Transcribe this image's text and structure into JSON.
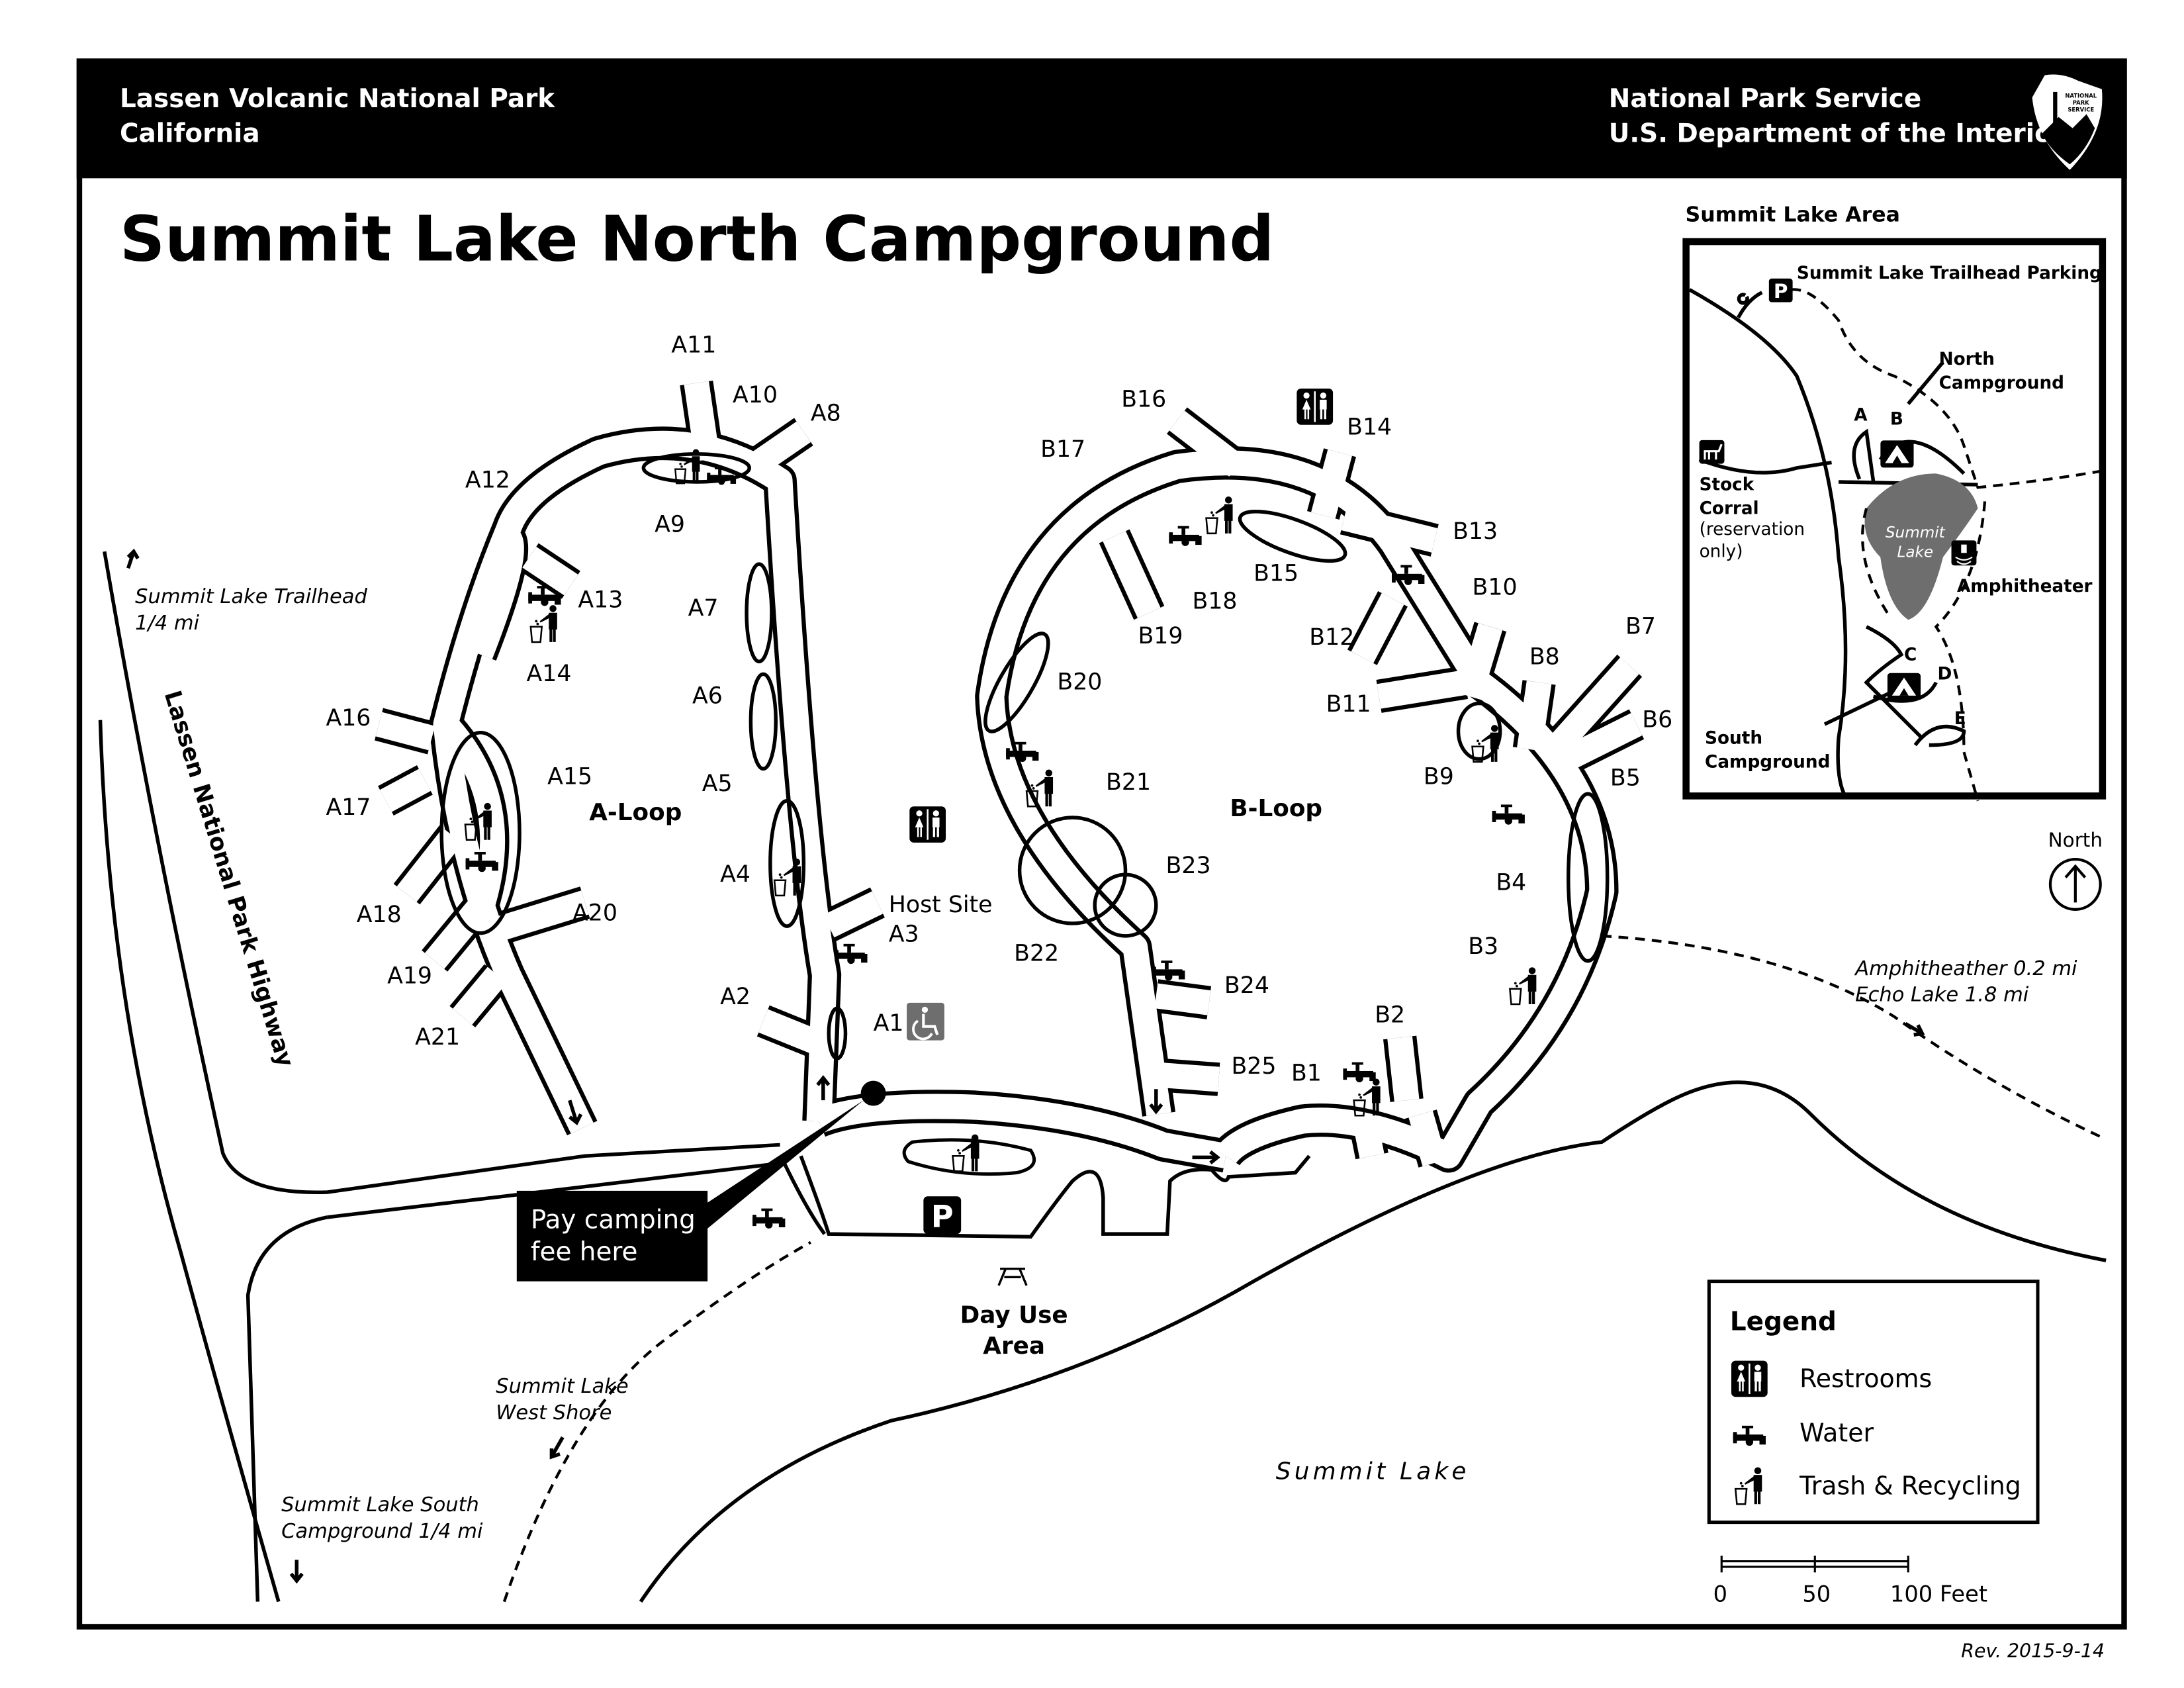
{
  "header": {
    "park": "Lassen Volcanic National Park",
    "state": "California",
    "agency": "National Park Service",
    "department": "U.S. Department of the Interior",
    "logo_text": "NATIONAL PARK SERVICE"
  },
  "title": "Summit Lake North Campground",
  "loops": {
    "a": "A-Loop",
    "b": "B-Loop"
  },
  "sites": {
    "A": [
      "A1",
      "A2",
      "A3",
      "A4",
      "A5",
      "A6",
      "A7",
      "A8",
      "A9",
      "A10",
      "A11",
      "A12",
      "A13",
      "A14",
      "A15",
      "A16",
      "A17",
      "A18",
      "A19",
      "A20",
      "A21"
    ],
    "B": [
      "B1",
      "B2",
      "B3",
      "B4",
      "B5",
      "B6",
      "B7",
      "B8",
      "B9",
      "B10",
      "B11",
      "B12",
      "B13",
      "B14",
      "B15",
      "B16",
      "B17",
      "B18",
      "B19",
      "B20",
      "B21",
      "B22",
      "B23",
      "B24",
      "B25"
    ]
  },
  "host_site": "Host Site",
  "labels": {
    "trailhead": [
      "Summit Lake Trailhead",
      "1/4 mi"
    ],
    "highway": "Lassen National Park Highway",
    "amphitheater": [
      "Amphitheather 0.2 mi",
      "Echo Lake 1.8 mi"
    ],
    "west_shore": [
      "Summit Lake",
      "West Shore"
    ],
    "south_campground": [
      "Summit Lake South",
      "Campground 1/4 mi"
    ],
    "lake": "Summit Lake",
    "day_use": [
      "Day Use",
      "Area"
    ],
    "pay_fee": [
      "Pay camping",
      "fee here"
    ],
    "parking": "P"
  },
  "inset": {
    "title": "Summit Lake Area",
    "trailhead_parking": "Summit Lake Trailhead Parking",
    "north_campground": [
      "North",
      "Campground"
    ],
    "loop_a": "A",
    "loop_b": "B",
    "stock_corral": [
      "Stock",
      "Corral",
      "(reservation",
      "only)"
    ],
    "lake": [
      "Summit",
      "Lake"
    ],
    "amphitheater": "Amphitheater",
    "loop_c": "C",
    "loop_d": "D",
    "loop_e": "E",
    "south_campground": [
      "South",
      "Campground"
    ],
    "lake_color": "#6e6e6e"
  },
  "north": "North",
  "legend": {
    "title": "Legend",
    "items": [
      {
        "icon": "restroom-icon",
        "label": "Restrooms"
      },
      {
        "icon": "water-icon",
        "label": "Water"
      },
      {
        "icon": "trash-recycling-icon",
        "label": "Trash & Recycling"
      }
    ]
  },
  "scale": {
    "ticks": [
      "0",
      "50",
      "100 Feet"
    ]
  },
  "revision": "Rev. 2015-9-14",
  "colors": {
    "ink": "#000000",
    "paper": "#ffffff",
    "accessible": "#6e6e6e"
  }
}
